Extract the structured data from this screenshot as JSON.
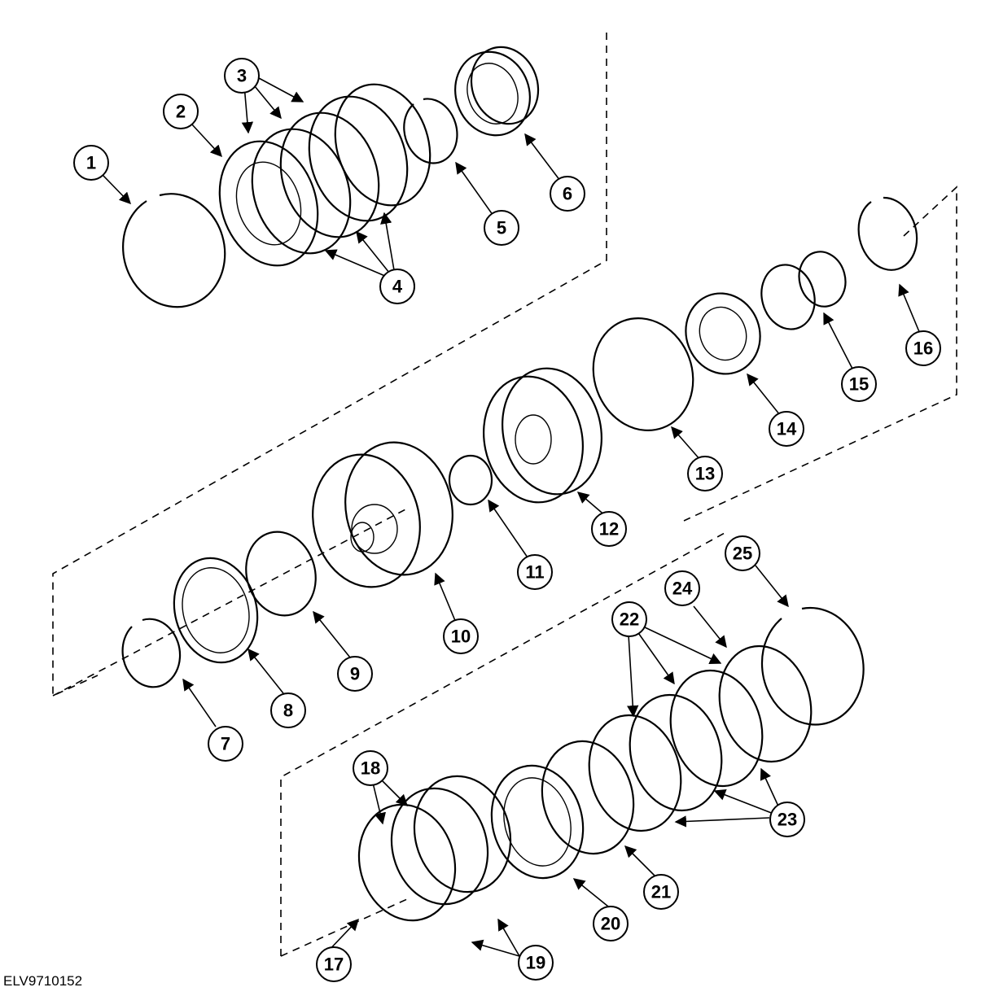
{
  "figure_id": "ELV9710152",
  "callouts": [
    {
      "label": "1"
    },
    {
      "label": "2"
    },
    {
      "label": "3"
    },
    {
      "label": "4"
    },
    {
      "label": "5"
    },
    {
      "label": "6"
    },
    {
      "label": "7"
    },
    {
      "label": "8"
    },
    {
      "label": "9"
    },
    {
      "label": "10"
    },
    {
      "label": "11"
    },
    {
      "label": "12"
    },
    {
      "label": "13"
    },
    {
      "label": "14"
    },
    {
      "label": "15"
    },
    {
      "label": "16"
    },
    {
      "label": "17"
    },
    {
      "label": "18"
    },
    {
      "label": "19"
    },
    {
      "label": "20"
    },
    {
      "label": "21"
    },
    {
      "label": "22"
    },
    {
      "label": "23"
    },
    {
      "label": "24"
    },
    {
      "label": "25"
    }
  ]
}
